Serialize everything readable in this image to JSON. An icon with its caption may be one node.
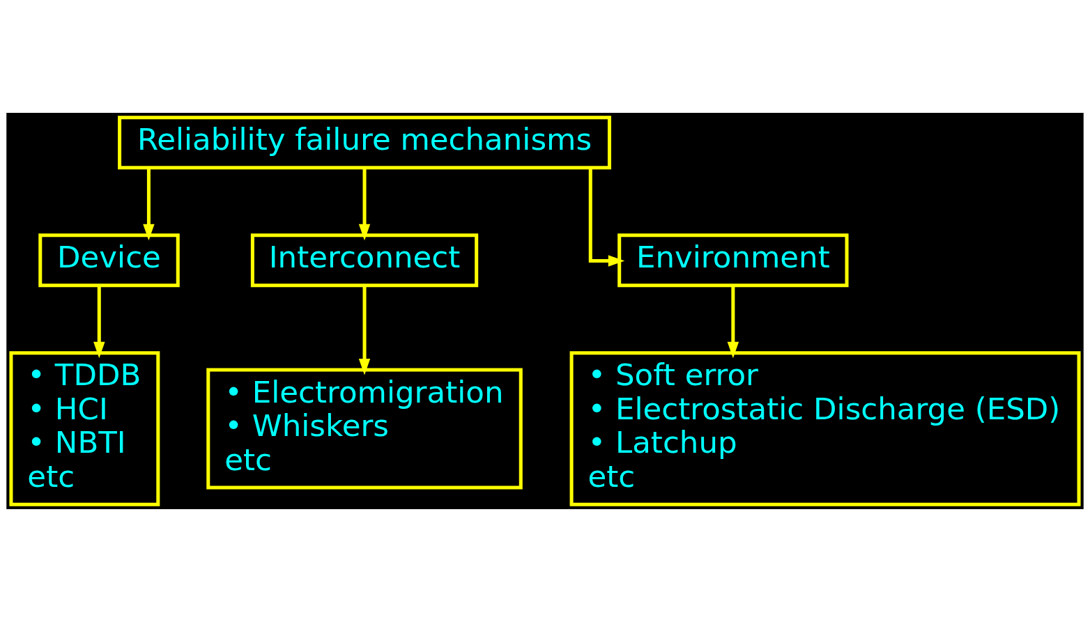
{
  "diagram": {
    "nodes": [
      {
        "text": [
          "Reliability failure mechanisms"
        ]
      },
      {
        "text": [
          "Device"
        ]
      },
      {
        "text": [
          "Interconnect"
        ]
      },
      {
        "text": [
          "Environment"
        ]
      },
      {
        "text": [
          "• TDDB",
          "• HCI",
          "• NBTI",
          "etc"
        ]
      },
      {
        "text": [
          "• Electromigration",
          "• Whiskers",
          "etc"
        ]
      },
      {
        "text": [
          "• Soft error",
          "• Electrostatic Discharge (ESD)",
          "• Latchup",
          "etc"
        ]
      }
    ],
    "edges": [
      {
        "from": 0,
        "to": 1,
        "arrow": "to"
      },
      {
        "from": 0,
        "to": 2,
        "arrow": "to"
      },
      {
        "from": 0,
        "to": 3,
        "arrow": "to"
      },
      {
        "from": 1,
        "to": 4,
        "arrow": "to"
      },
      {
        "from": 2,
        "to": 5,
        "arrow": "to"
      },
      {
        "from": 3,
        "to": 6,
        "arrow": "to"
      }
    ]
  }
}
